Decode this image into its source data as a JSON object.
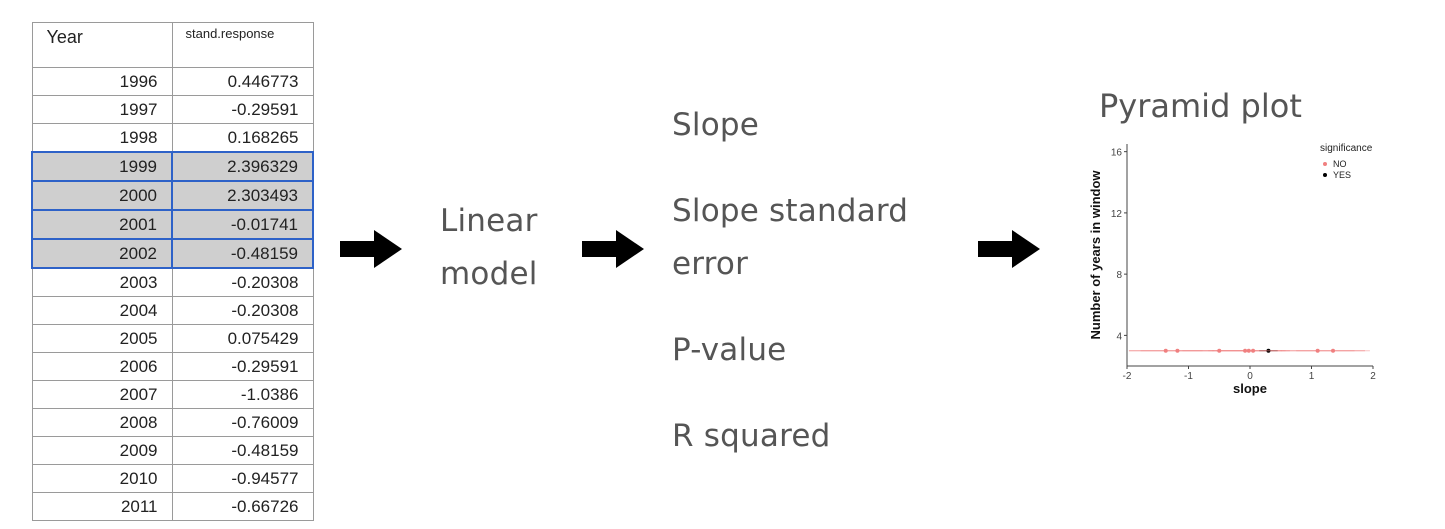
{
  "table": {
    "header_year": "Year",
    "header_response": "stand.response",
    "rows": [
      {
        "year": "1996",
        "value": "0.446773",
        "highlight": false
      },
      {
        "year": "1997",
        "value": "-0.29591",
        "highlight": false
      },
      {
        "year": "1998",
        "value": "0.168265",
        "highlight": false
      },
      {
        "year": "1999",
        "value": "2.396329",
        "highlight": true
      },
      {
        "year": "2000",
        "value": "2.303493",
        "highlight": true
      },
      {
        "year": "2001",
        "value": "-0.01741",
        "highlight": true
      },
      {
        "year": "2002",
        "value": "-0.48159",
        "highlight": true
      },
      {
        "year": "2003",
        "value": "-0.20308",
        "highlight": false
      },
      {
        "year": "2004",
        "value": "-0.20308",
        "highlight": false
      },
      {
        "year": "2005",
        "value": "0.075429",
        "highlight": false
      },
      {
        "year": "2006",
        "value": "-0.29591",
        "highlight": false
      },
      {
        "year": "2007",
        "value": "-1.0386",
        "highlight": false
      },
      {
        "year": "2008",
        "value": "-0.76009",
        "highlight": false
      },
      {
        "year": "2009",
        "value": "-0.48159",
        "highlight": false
      },
      {
        "year": "2010",
        "value": "-0.94577",
        "highlight": false
      },
      {
        "year": "2011",
        "value": "-0.66726",
        "highlight": false
      }
    ]
  },
  "model": {
    "line1": "Linear",
    "line2": "model"
  },
  "outputs": {
    "slope": "Slope",
    "slope_se_line1": "Slope standard",
    "slope_se_line2": "error",
    "p_value": "P-value",
    "r_squared": "R squared"
  },
  "plot_title": "Pyramid plot",
  "colors": {
    "no": "#f08080",
    "yes": "#000000",
    "highlight_border": "#2e62c8",
    "highlight_fill": "#cfcfcf"
  },
  "chart_data": {
    "type": "scatter",
    "xlabel": "slope",
    "ylabel": "Number of years in window",
    "xlim": [
      -2,
      2
    ],
    "ylim": [
      2,
      16.5
    ],
    "x_ticks": [
      "-2",
      "-1",
      "0",
      "1",
      "2"
    ],
    "y_ticks": [
      "4",
      "8",
      "12",
      "16"
    ],
    "legend_title": "significance",
    "legend_position": "top-right",
    "grid": false,
    "series": [
      {
        "name": "NO",
        "color": "#f08080",
        "points": [
          {
            "x": -1.37,
            "y": 3,
            "se": 0.6
          },
          {
            "x": -1.18,
            "y": 3,
            "se": 0.6
          },
          {
            "x": -0.5,
            "y": 3,
            "se": 0.6
          },
          {
            "x": -0.08,
            "y": 3,
            "se": 0.6
          },
          {
            "x": -0.02,
            "y": 3,
            "se": 0.6
          },
          {
            "x": 0.05,
            "y": 3,
            "se": 0.6
          },
          {
            "x": 1.1,
            "y": 3,
            "se": 0.6
          },
          {
            "x": 1.35,
            "y": 3,
            "se": 0.6
          }
        ]
      },
      {
        "name": "YES",
        "color": "#000000",
        "points": [
          {
            "x": 0.3,
            "y": 3,
            "se": 0.15
          }
        ]
      }
    ]
  }
}
